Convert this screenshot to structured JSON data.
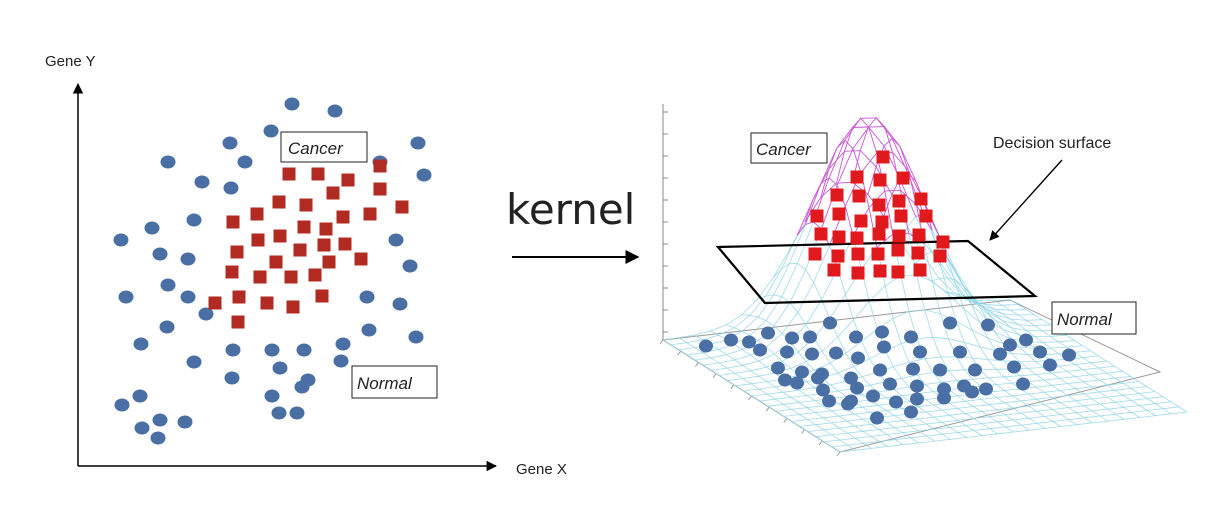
{
  "left_panel": {
    "y_axis_label": "Gene Y",
    "x_axis_label": "Gene X",
    "cancer_label": "Cancer",
    "normal_label": "Normal"
  },
  "transform_label": "kernel",
  "right_panel": {
    "cancer_label": "Cancer",
    "normal_label": "Normal",
    "surface_label": "Decision surface"
  },
  "colors": {
    "normal_point": "#4a6fa5",
    "cancer_point": "#b22b22",
    "cancer_point_3d": "#e0191d",
    "mesh_lower": "#8fd3e8",
    "mesh_upper": "#d35ad6",
    "axis": "#000000"
  }
}
